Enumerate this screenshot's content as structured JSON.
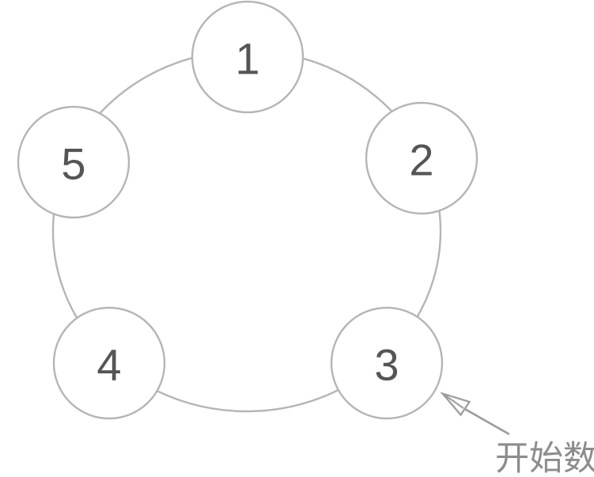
{
  "figure": {
    "nodes": [
      {
        "label": "1"
      },
      {
        "label": "2"
      },
      {
        "label": "3"
      },
      {
        "label": "4"
      },
      {
        "label": "5"
      }
    ],
    "annotation": {
      "caption": "开始数",
      "arrow": "open-arrow-pointing-to-node-3"
    },
    "colors": {
      "circle_stroke": "#b5b5b5",
      "number_text": "#555555",
      "arrow": "#9b9b9b",
      "caption_text": "#8c8c8c",
      "background": "#ffffff"
    }
  }
}
